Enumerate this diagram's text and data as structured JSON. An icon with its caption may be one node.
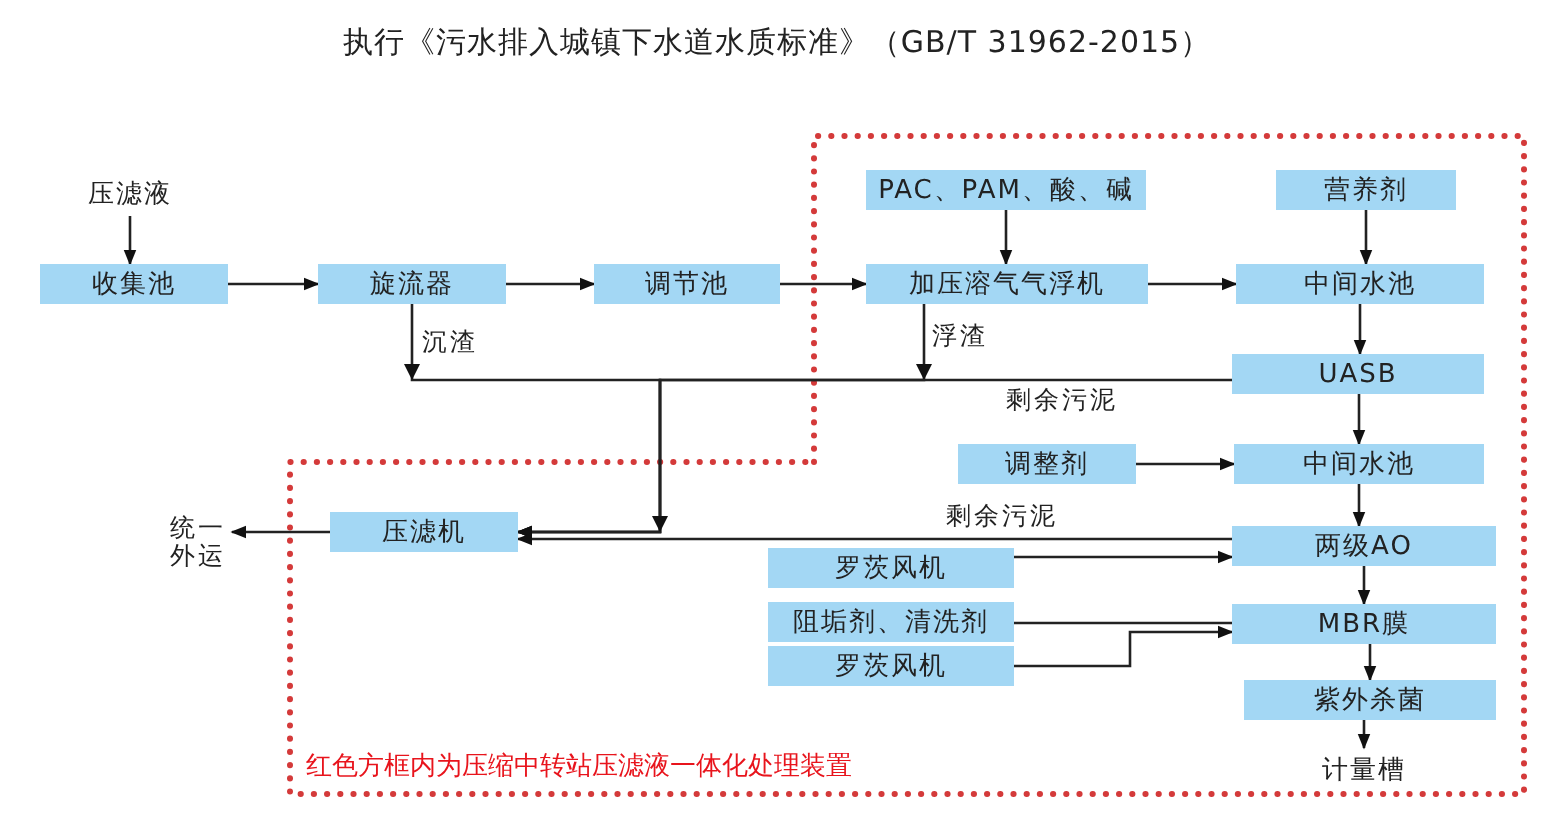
{
  "diagram": {
    "title": "执行《污水排入城镇下水道水质标准》（GB/T 31962-2015）",
    "nodes": [
      {
        "text": [
          "压滤液"
        ]
      },
      {
        "text": [
          "收集池"
        ]
      },
      {
        "text": [
          "旋流器"
        ]
      },
      {
        "text": [
          "调节池"
        ]
      },
      {
        "text": [
          "PAC、PAM、酸、碱"
        ]
      },
      {
        "text": [
          "加压溶气气浮机"
        ]
      },
      {
        "text": [
          "营养剂"
        ]
      },
      {
        "text": [
          "中间水池"
        ]
      },
      {
        "text": [
          "UASB"
        ]
      },
      {
        "text": [
          "调整剂"
        ]
      },
      {
        "text": [
          "中间水池"
        ]
      },
      {
        "text": [
          "统一外运"
        ]
      },
      {
        "text": [
          "压滤机"
        ]
      },
      {
        "text": [
          "两级AO"
        ]
      },
      {
        "text": [
          "罗茨风机"
        ]
      },
      {
        "text": [
          "阻垢剂、清洗剂"
        ]
      },
      {
        "text": [
          "MBR膜"
        ]
      },
      {
        "text": [
          "罗茨风机"
        ]
      },
      {
        "text": [
          "紫外杀菌"
        ]
      },
      {
        "text": [
          "计量槽"
        ]
      }
    ],
    "edges": [
      {
        "from": 0,
        "to": 1,
        "arrow": "to"
      },
      {
        "from": 1,
        "to": 2,
        "arrow": "to"
      },
      {
        "from": 2,
        "to": 3,
        "arrow": "to"
      },
      {
        "from": 3,
        "to": 5,
        "arrow": "to"
      },
      {
        "from": 4,
        "to": 5,
        "arrow": "to"
      },
      {
        "from": 5,
        "to": 7,
        "arrow": "to"
      },
      {
        "from": 6,
        "to": 7,
        "arrow": "to"
      },
      {
        "from": 7,
        "to": 8,
        "arrow": "to"
      },
      {
        "from": 8,
        "to": 10,
        "arrow": "to"
      },
      {
        "from": 9,
        "to": 10,
        "arrow": "to"
      },
      {
        "from": 10,
        "to": 13,
        "arrow": "to"
      },
      {
        "from": 13,
        "to": 16,
        "arrow": "to"
      },
      {
        "from": 16,
        "to": 18,
        "arrow": "to"
      },
      {
        "from": 18,
        "to": 19,
        "arrow": "to"
      },
      {
        "from": 14,
        "to": 13,
        "arrow": "to"
      },
      {
        "from": 15,
        "to": 16,
        "arrow": "none"
      },
      {
        "from": 17,
        "to": 16,
        "arrow": "to"
      },
      {
        "from": 12,
        "to": 11,
        "arrow": "to"
      },
      {
        "from": 2,
        "to": 12,
        "arrow": "to",
        "label": "沉渣"
      },
      {
        "from": 5,
        "to": 12,
        "arrow": "to",
        "label": "浮渣"
      },
      {
        "from": 8,
        "to": 12,
        "arrow": "to",
        "label": "剩余污泥"
      },
      {
        "from": 13,
        "to": 12,
        "arrow": "to",
        "label": "剩余污泥"
      }
    ],
    "labels": [
      "红色方框内为压缩中转站压滤液一体化处理装置"
    ]
  }
}
